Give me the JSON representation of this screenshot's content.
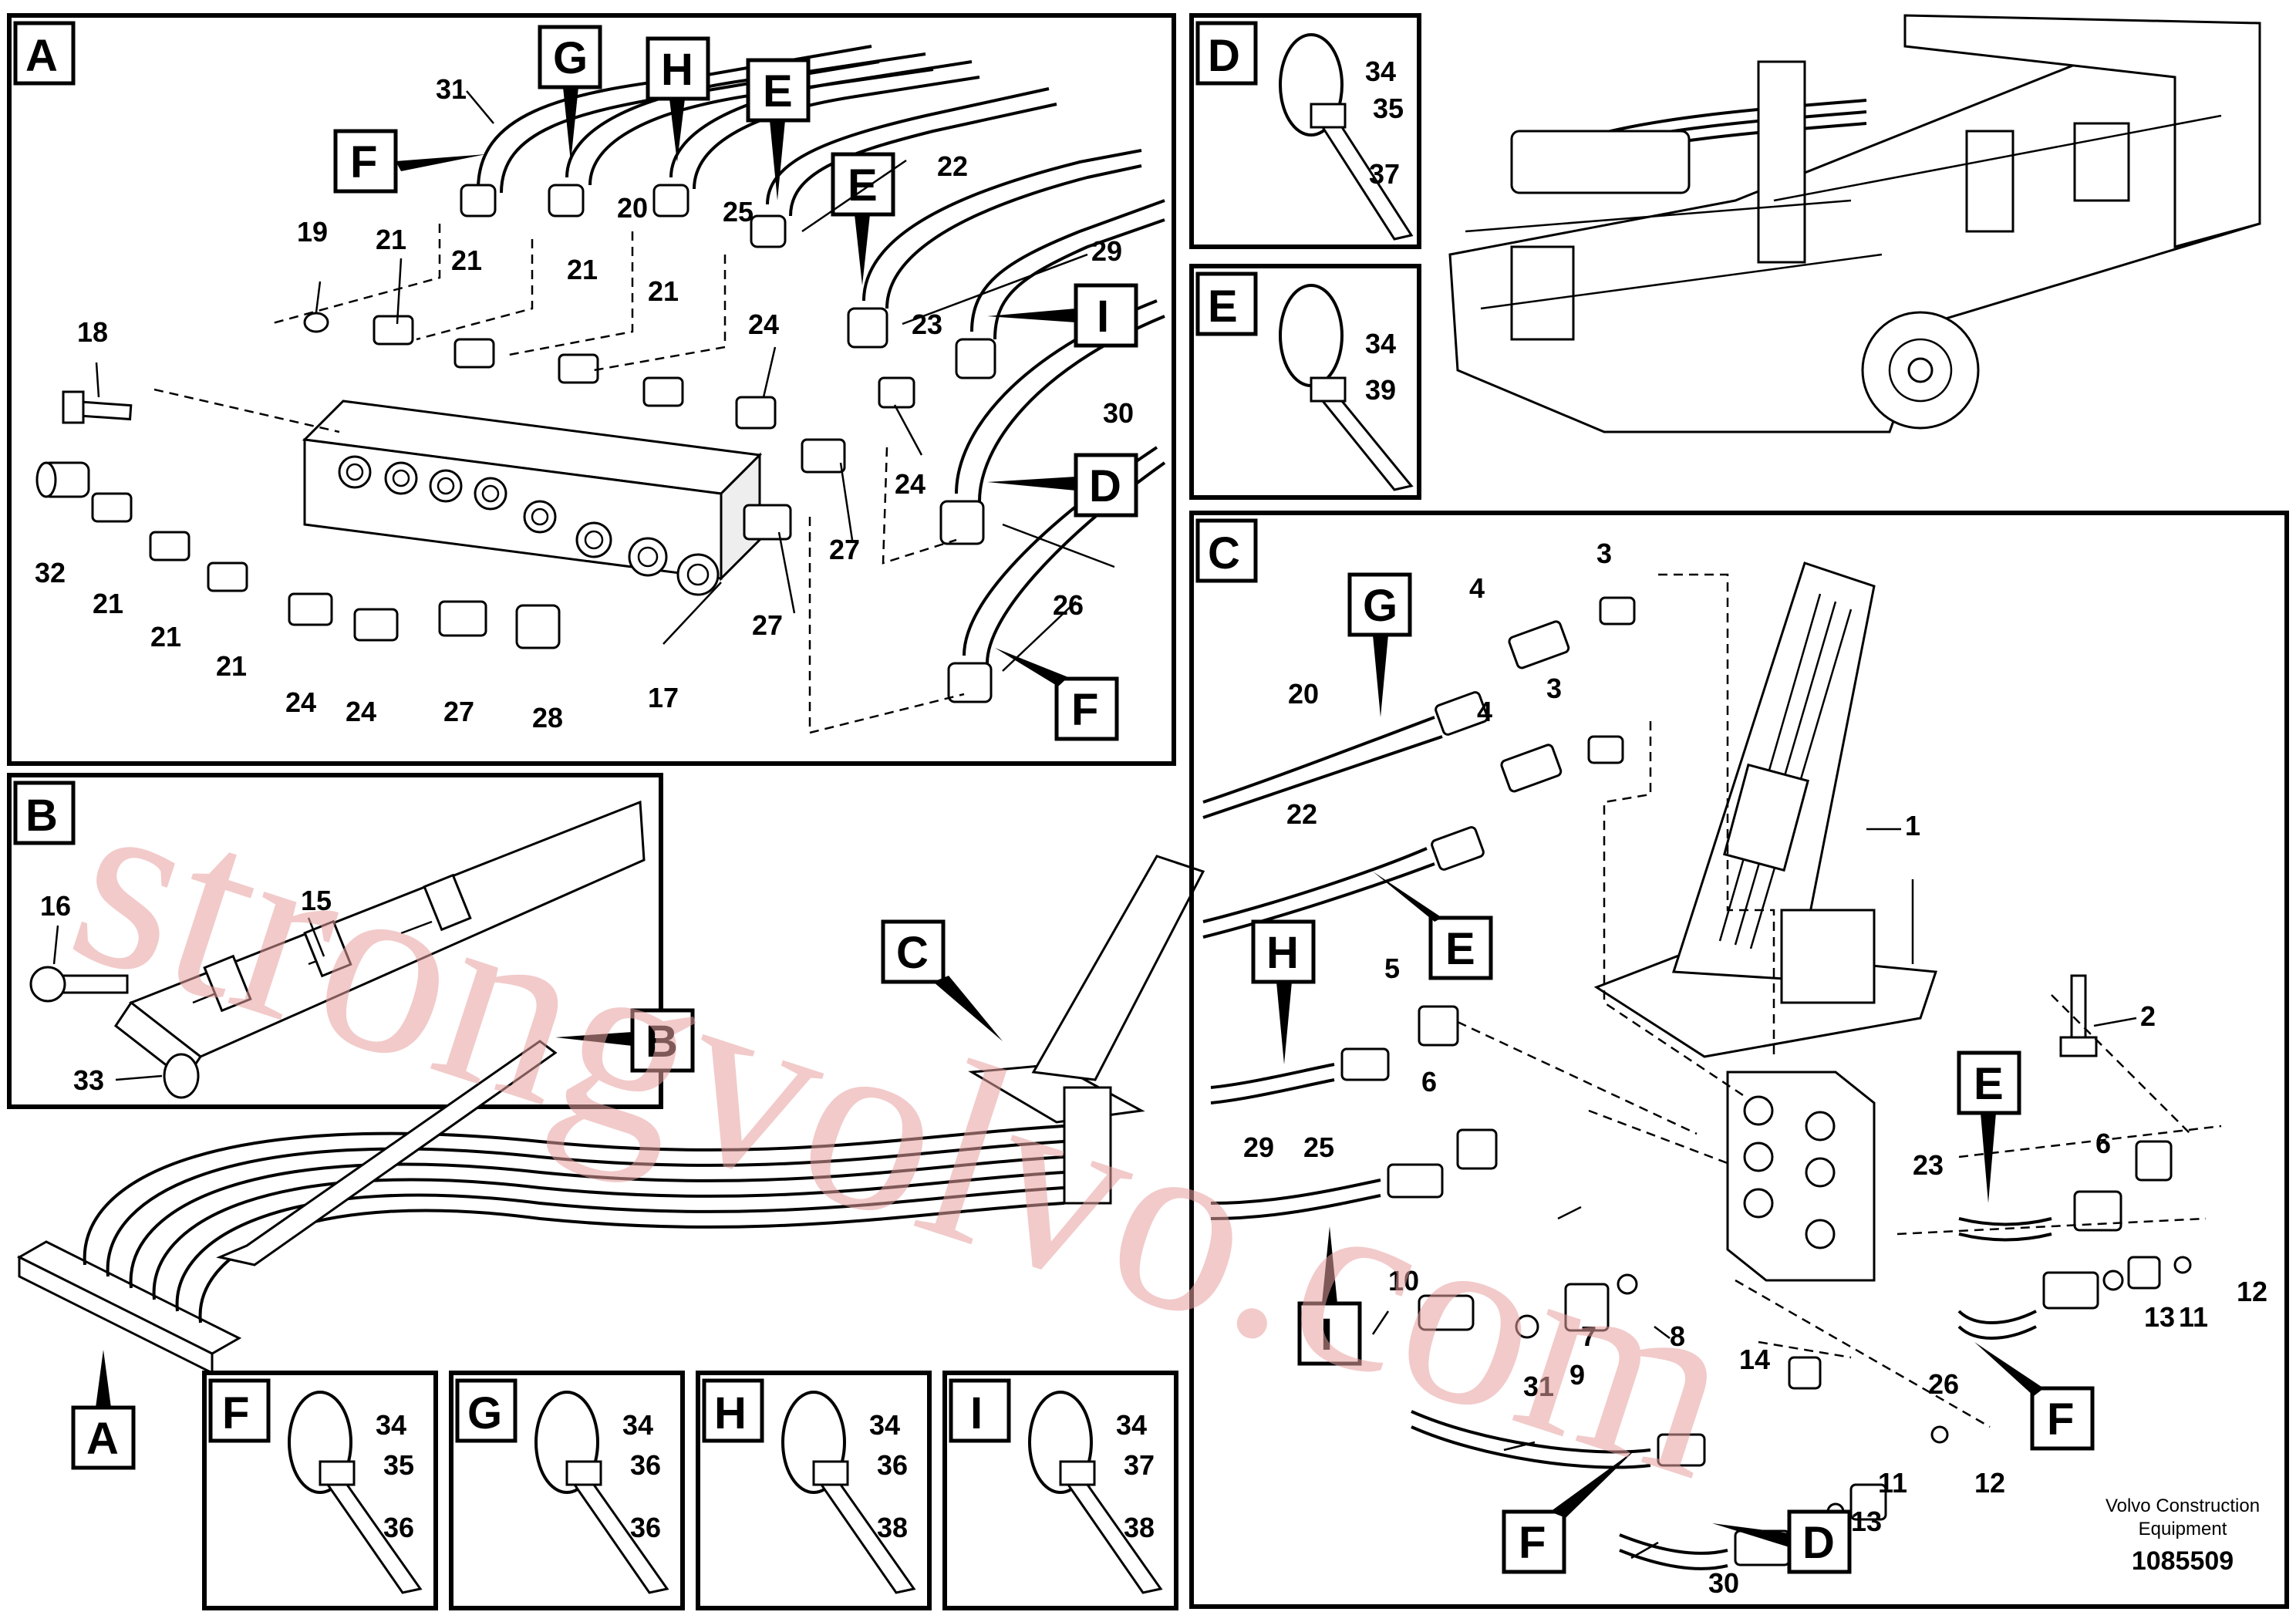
{
  "panels": {
    "A": {
      "letter": "A"
    },
    "B": {
      "letter": "B"
    },
    "C": {
      "letter": "C"
    },
    "D": {
      "letter": "D"
    },
    "E": {
      "letter": "E"
    },
    "F": {
      "letter": "F"
    },
    "G": {
      "letter": "G"
    },
    "H": {
      "letter": "H"
    },
    "I": {
      "letter": "I"
    }
  },
  "callout_tags": {
    "A": "A",
    "B": "B",
    "C": "C",
    "D": "D",
    "E": "E",
    "F": "F",
    "G": "G",
    "H": "H",
    "I": "I"
  },
  "part_numbers": {
    "p1": "1",
    "p2": "2",
    "p3": "3",
    "p4": "4",
    "p5": "5",
    "p6": "6",
    "p7": "7",
    "p8": "8",
    "p9": "9",
    "p10": "10",
    "p11": "11",
    "p12": "12",
    "p13": "13",
    "p14": "14",
    "p15": "15",
    "p16": "16",
    "p17": "17",
    "p18": "18",
    "p19": "19",
    "p20": "20",
    "p21": "21",
    "p22": "22",
    "p23": "23",
    "p24": "24",
    "p25": "25",
    "p26": "26",
    "p27": "27",
    "p28": "28",
    "p29": "29",
    "p30": "30",
    "p31": "31",
    "p32": "32",
    "p33": "33",
    "p34": "34",
    "p35": "35",
    "p36": "36",
    "p37": "37",
    "p38": "38",
    "p39": "39"
  },
  "watermark": "strongvolvo.com",
  "footer": {
    "brand_line1": "Volvo Construction",
    "brand_line2": "Equipment",
    "doc_number": "1085509"
  }
}
